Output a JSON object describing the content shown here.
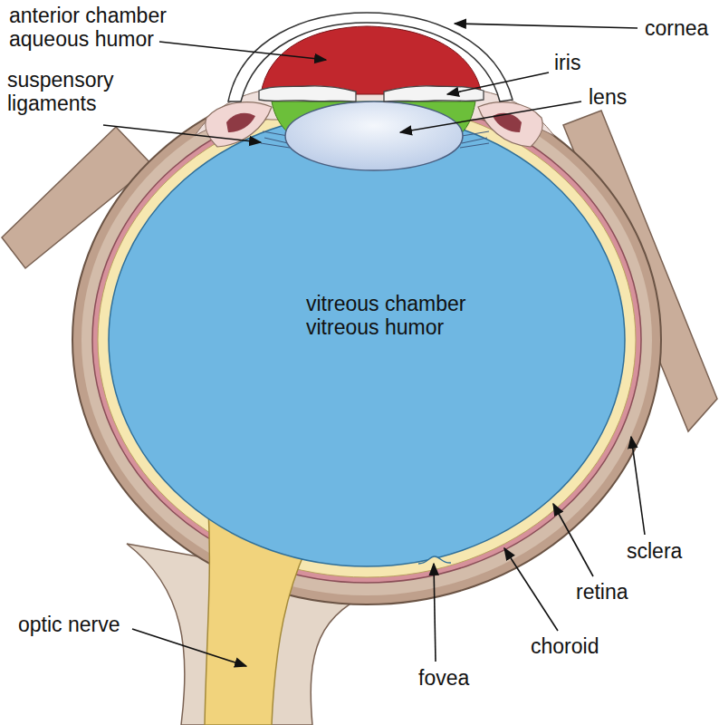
{
  "diagram": {
    "labels": [
      "anterior chamber aqueous humor",
      "cornea",
      "iris",
      "suspensory ligaments",
      "lens",
      "vitreous chamber vitreous humor",
      "sclera",
      "retina",
      "optic nerve",
      "choroid",
      "fovea"
    ]
  }
}
